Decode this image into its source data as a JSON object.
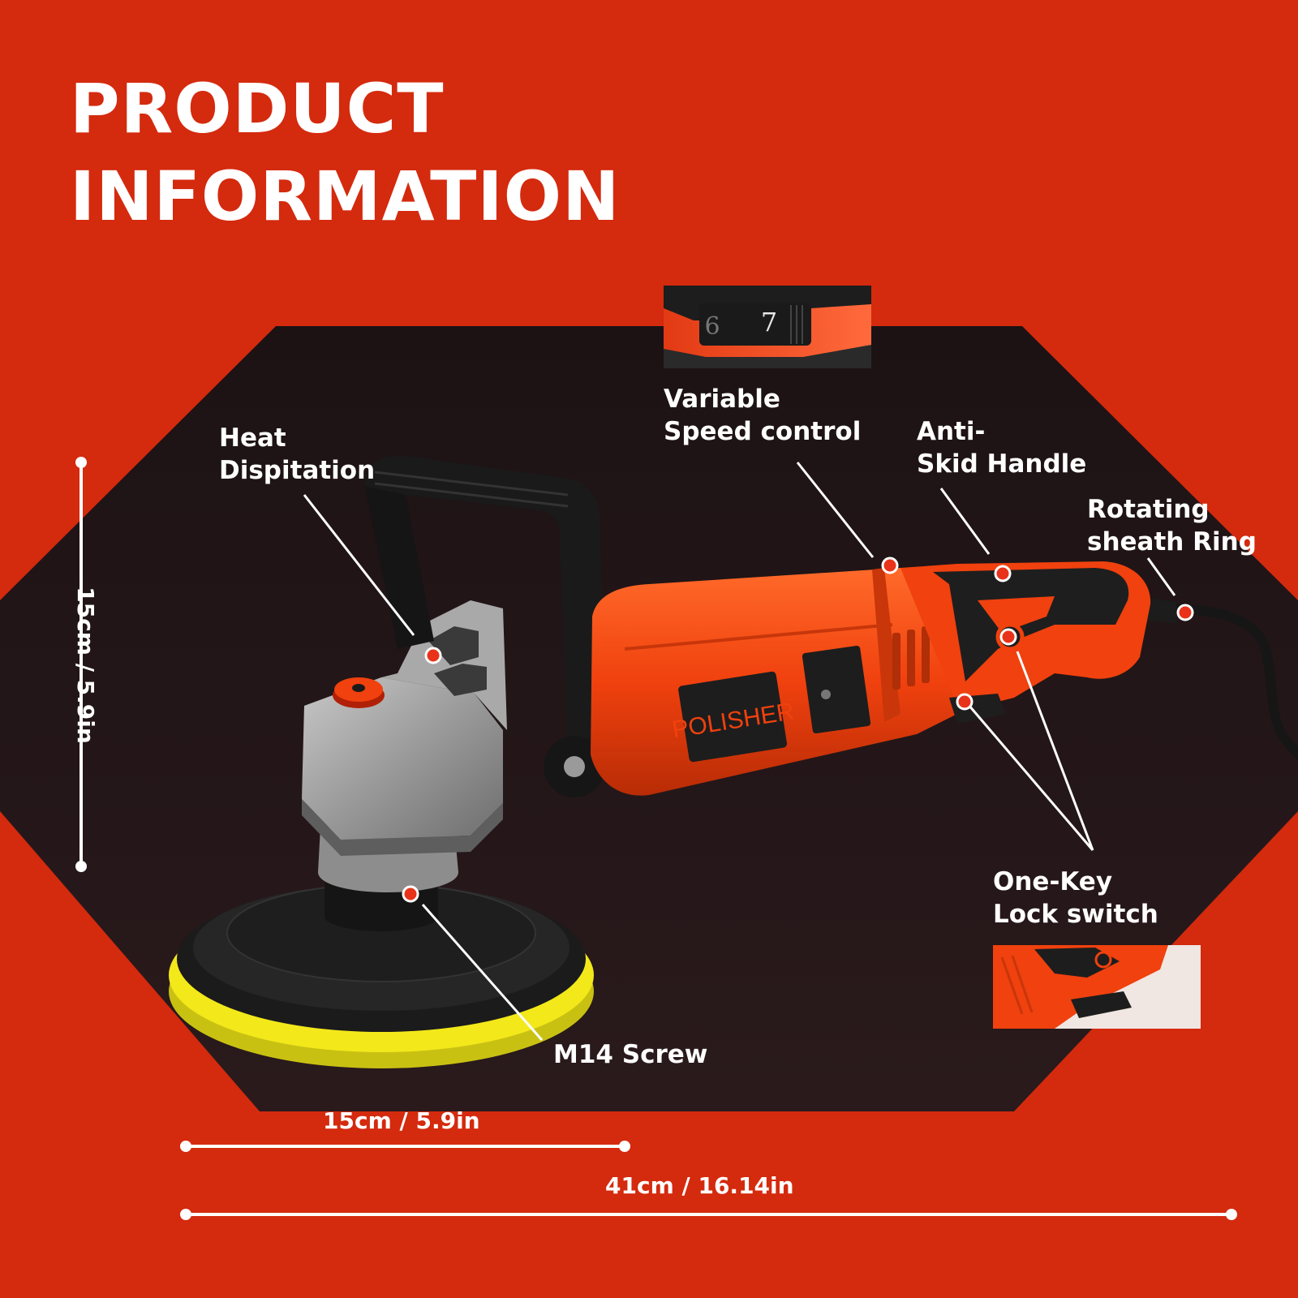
{
  "heading": {
    "line1": "PRODUCT",
    "line2": "INFORMATION"
  },
  "product_badge": "POLISHER",
  "speed_dial": {
    "digit_left": "6",
    "digit_right": "7"
  },
  "callouts": {
    "heat": {
      "line1": "Heat",
      "line2": "Dispitation"
    },
    "speed": {
      "line1": "Variable",
      "line2": "Speed control"
    },
    "handle": {
      "line1": "Anti-",
      "line2": "Skid Handle"
    },
    "ring": {
      "line1": "Rotating",
      "line2": "sheath Ring"
    },
    "lock": {
      "line1": "One-Key",
      "line2": "Lock switch"
    },
    "screw": {
      "line1": "M14 Screw"
    }
  },
  "dimensions": {
    "height": "15cm / 5.9in",
    "pad_width": "15cm / 5.9in",
    "total_length": "41cm / 16.14in"
  },
  "colors": {
    "background": "#d42a0e",
    "panel": "#221417",
    "tool_orange": "#f0410e",
    "pad_yellow": "#f3e81a",
    "accent_dot": "#e8331a",
    "text": "#ffffff"
  }
}
